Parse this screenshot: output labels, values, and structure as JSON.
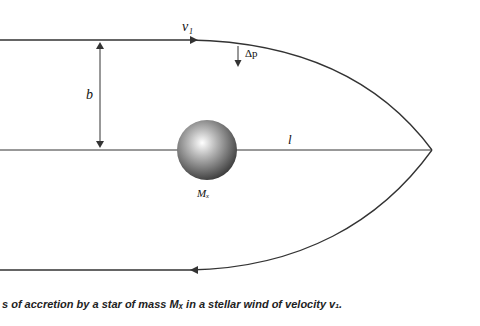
{
  "diagram": {
    "caption": "s of accretion by a star of mass Mₓ in a stellar wind of velocity v₁.",
    "labels": [
      "v₁",
      "b",
      "Δp",
      "l",
      "Mₓ"
    ]
  }
}
